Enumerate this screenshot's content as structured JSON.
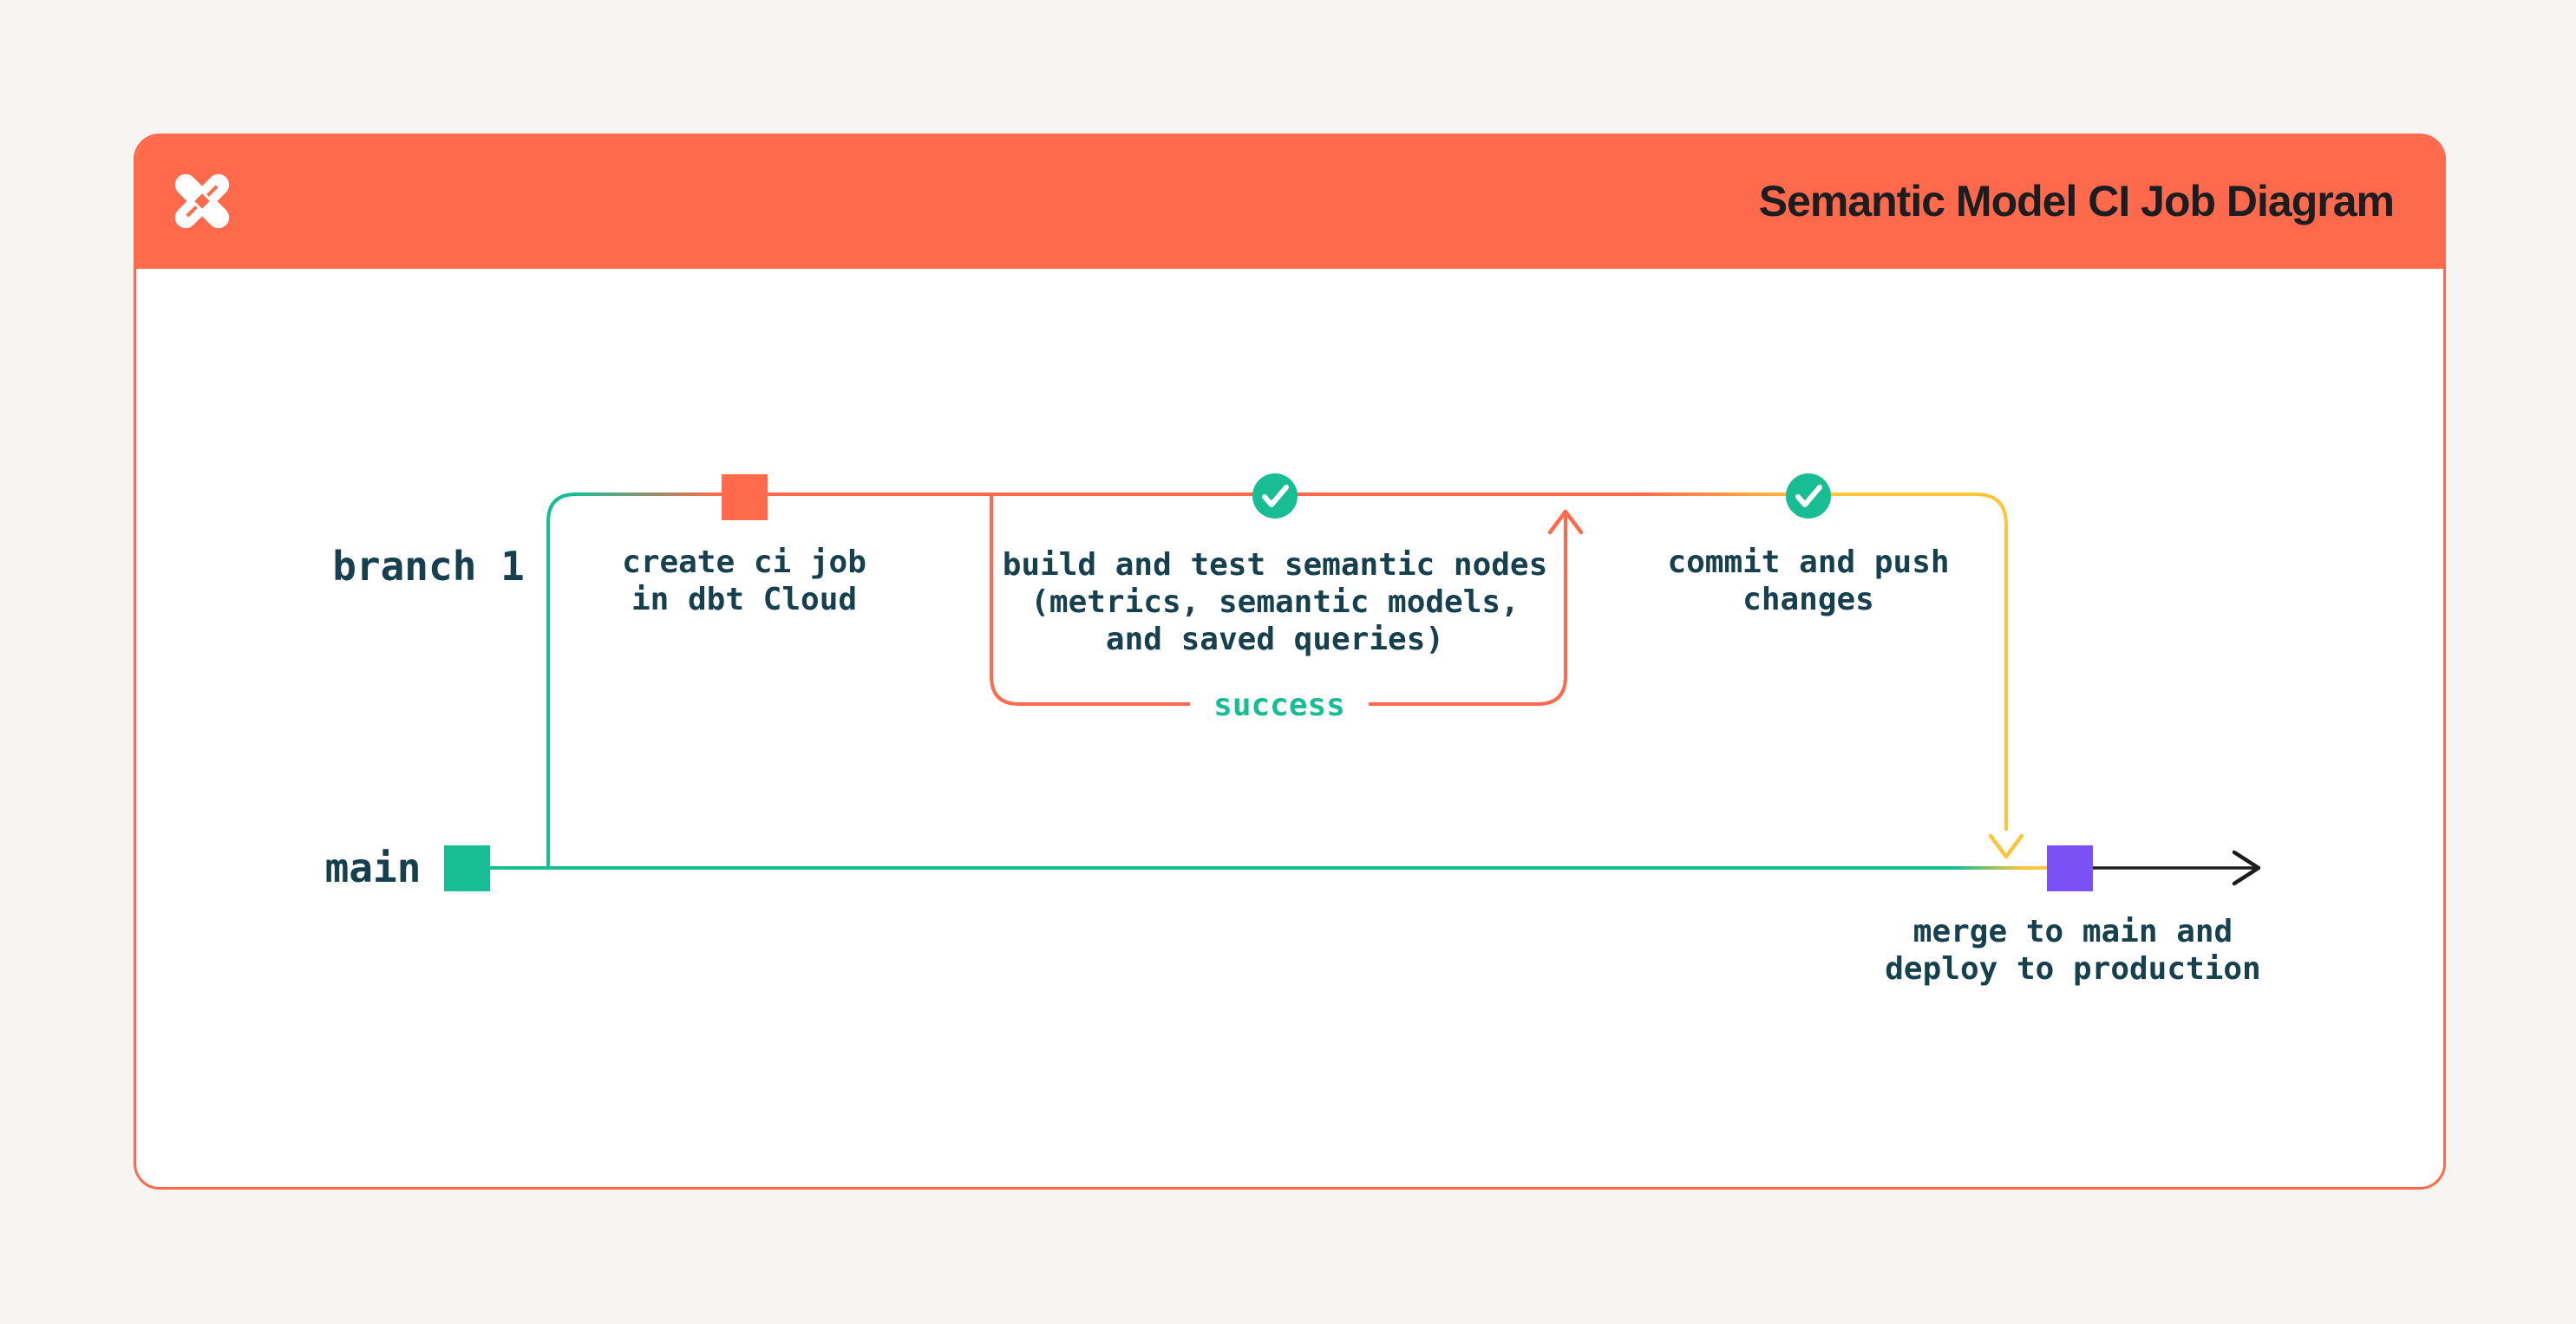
{
  "header": {
    "title": "Semantic Model CI Job Diagram",
    "logo": "dbt-logo"
  },
  "diagram": {
    "branch_label": "branch 1",
    "main_label": "main",
    "loop_label": "success",
    "nodes": {
      "create_ci": {
        "line1": "create ci job",
        "line2": "in dbt Cloud"
      },
      "build_test": {
        "line1": "build and test semantic nodes",
        "line2": "(metrics, semantic models,",
        "line3": "and saved queries)"
      },
      "commit_push": {
        "line1": "commit and push",
        "line2": "changes"
      },
      "merge": {
        "line1": "merge to main and",
        "line2": "deploy to production"
      }
    }
  },
  "colors": {
    "orange": "#FF6A4C",
    "green": "#18BD93",
    "yellow": "#FDC53B",
    "purple": "#7B50F4",
    "ink": "#17404E",
    "title_ink": "#1B1D20",
    "card_bg": "#FFFFFF",
    "page_bg": "#F6F5F2"
  }
}
